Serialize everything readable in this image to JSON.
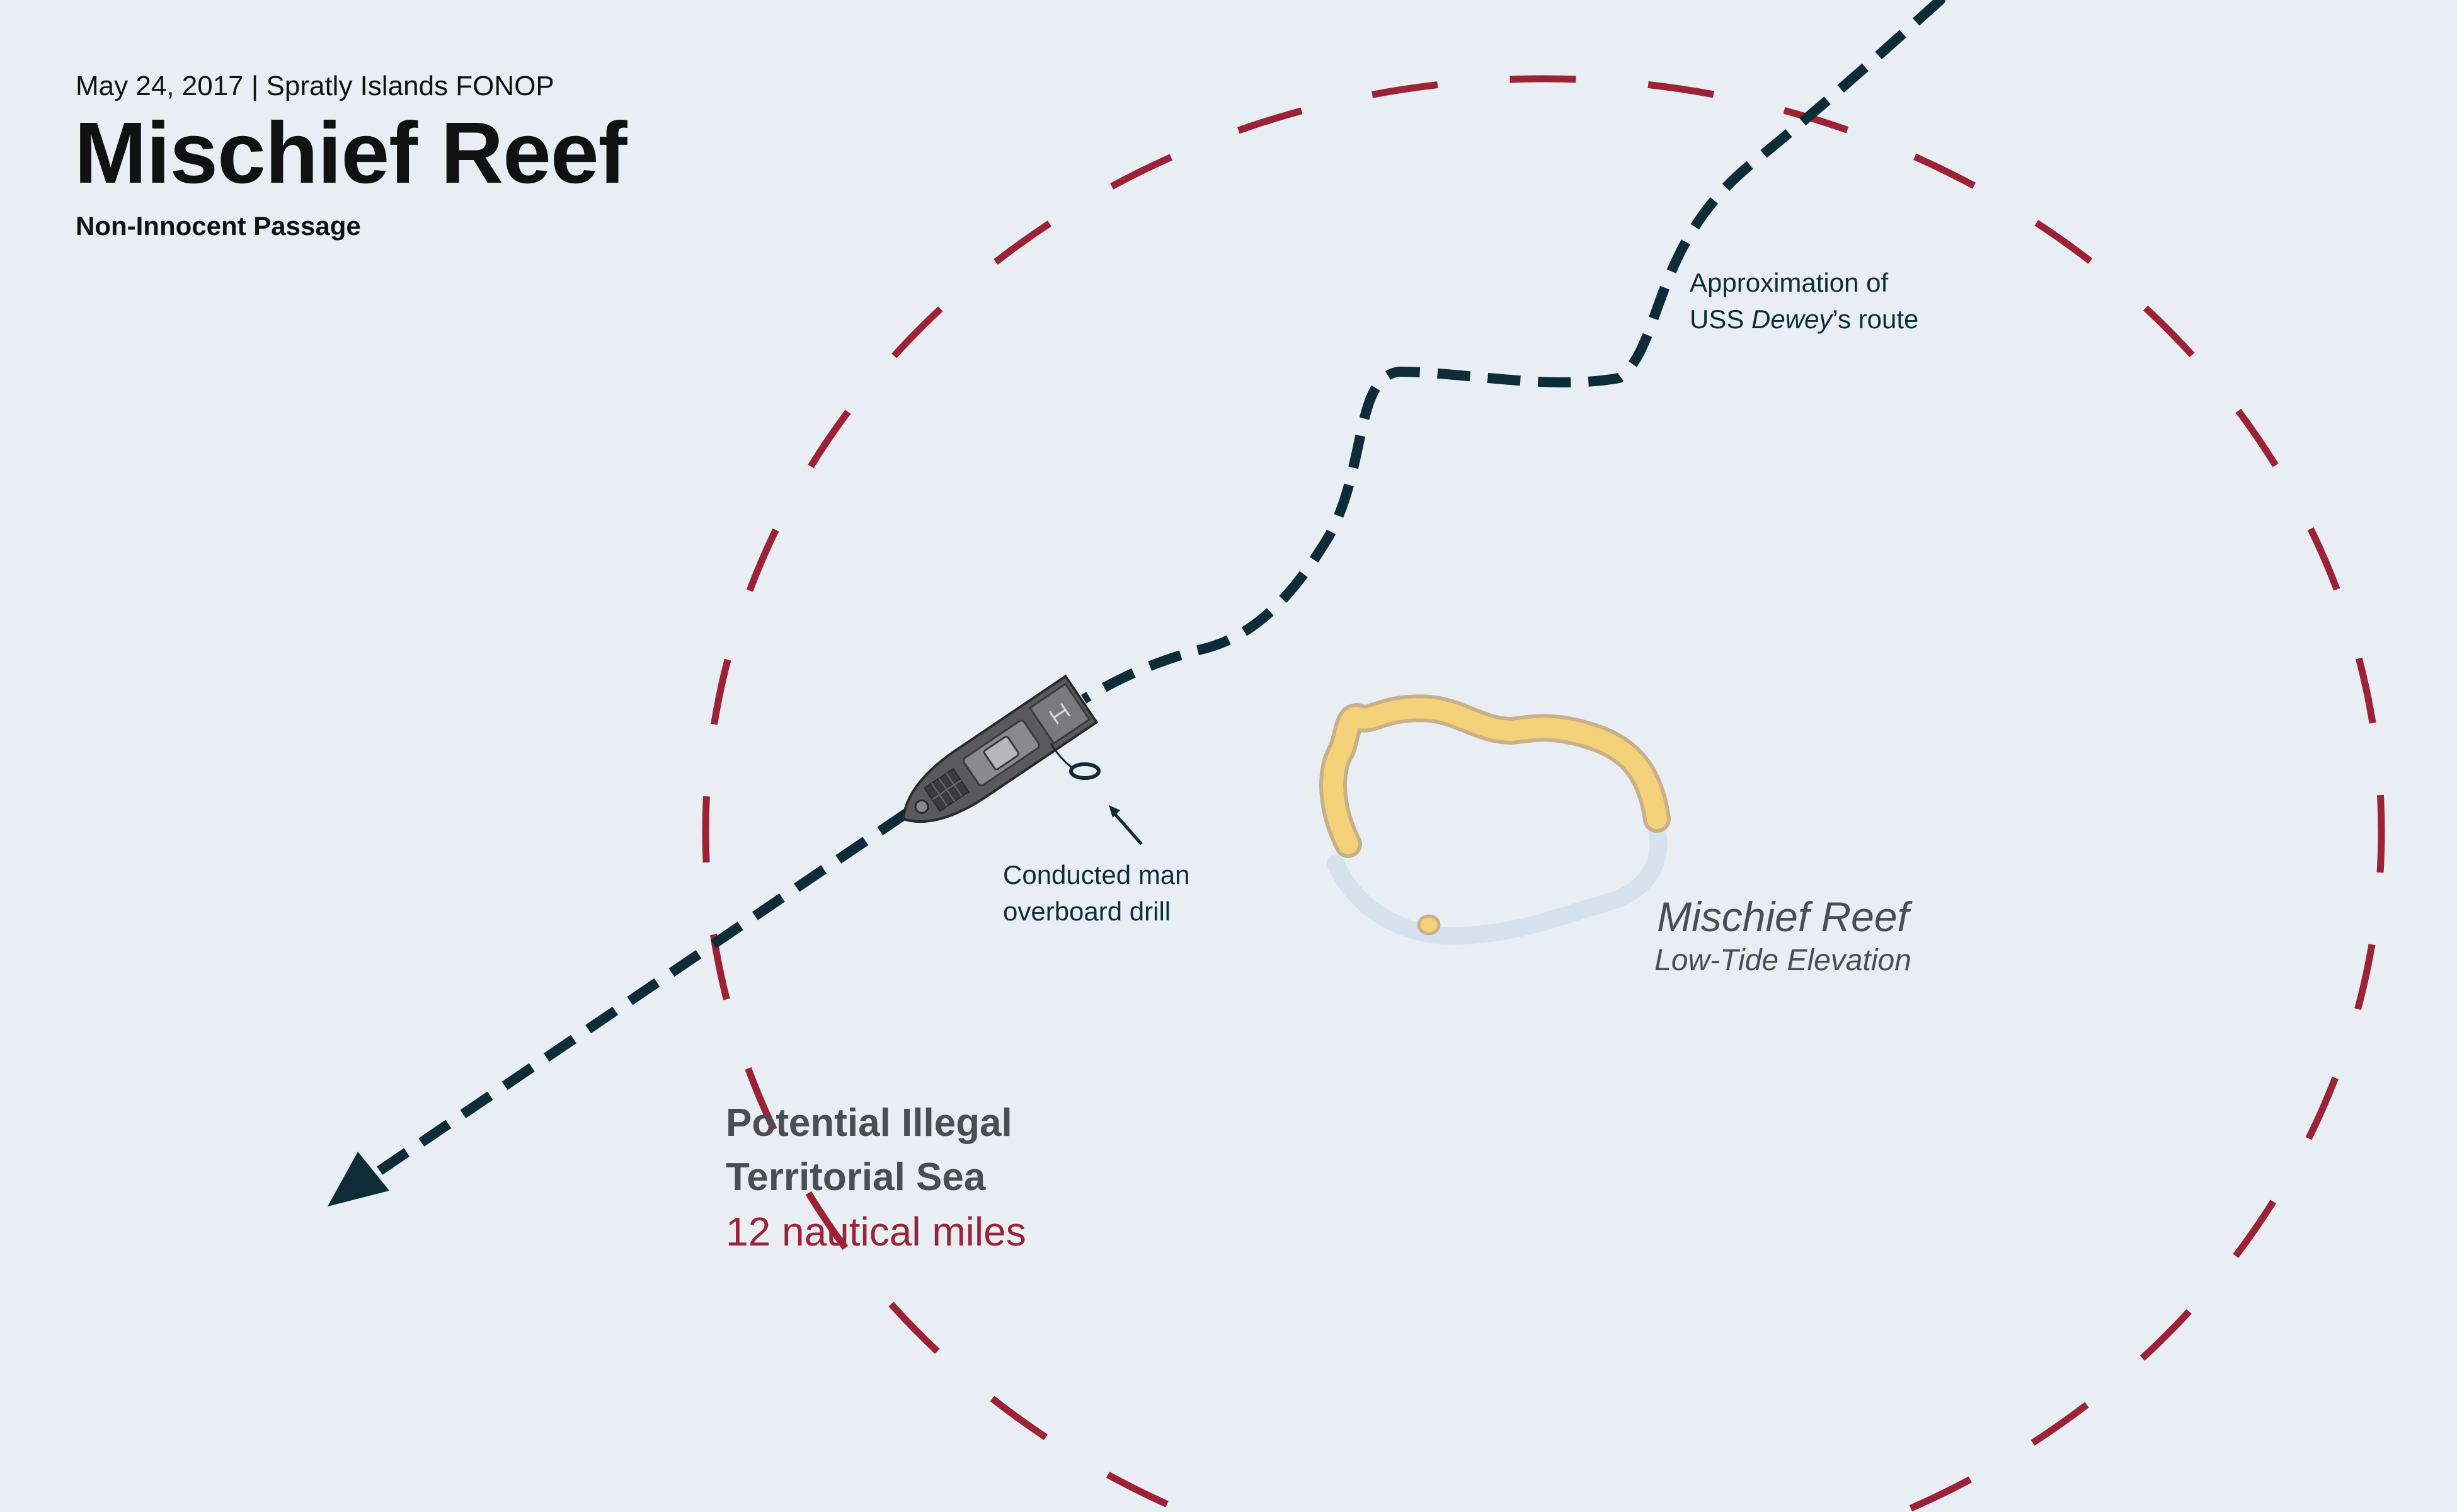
{
  "header": {
    "dateline": "May 24, 2017 | Spratly Islands FONOP",
    "title": "Mischief Reef",
    "subtitle": "Non-Innocent Passage"
  },
  "route": {
    "label_prefix": "Approximation of",
    "label_line2_pre": "USS ",
    "label_ship_name": "Dewey",
    "label_line2_post": "’s route",
    "color": "#0d2c37"
  },
  "drill": {
    "label_line1": "Conducted man",
    "label_line2": "overboard drill"
  },
  "reef": {
    "name": "Mischief Reef",
    "type": "Low-Tide Elevation",
    "sand_color": "#f4d27a",
    "sand_outline": "#c9b089",
    "lagoon_rim_color": "#d6e3ee"
  },
  "territorial_sea": {
    "label_line1": "Potential Illegal",
    "label_line2": "Territorial Sea",
    "distance": "12 nautical miles",
    "color": "#9b2335"
  },
  "colors": {
    "background": "#e9eef5",
    "text_dark": "#111111",
    "text_gray": "#4a4d52",
    "ship_hull": "#5a5a5c"
  }
}
